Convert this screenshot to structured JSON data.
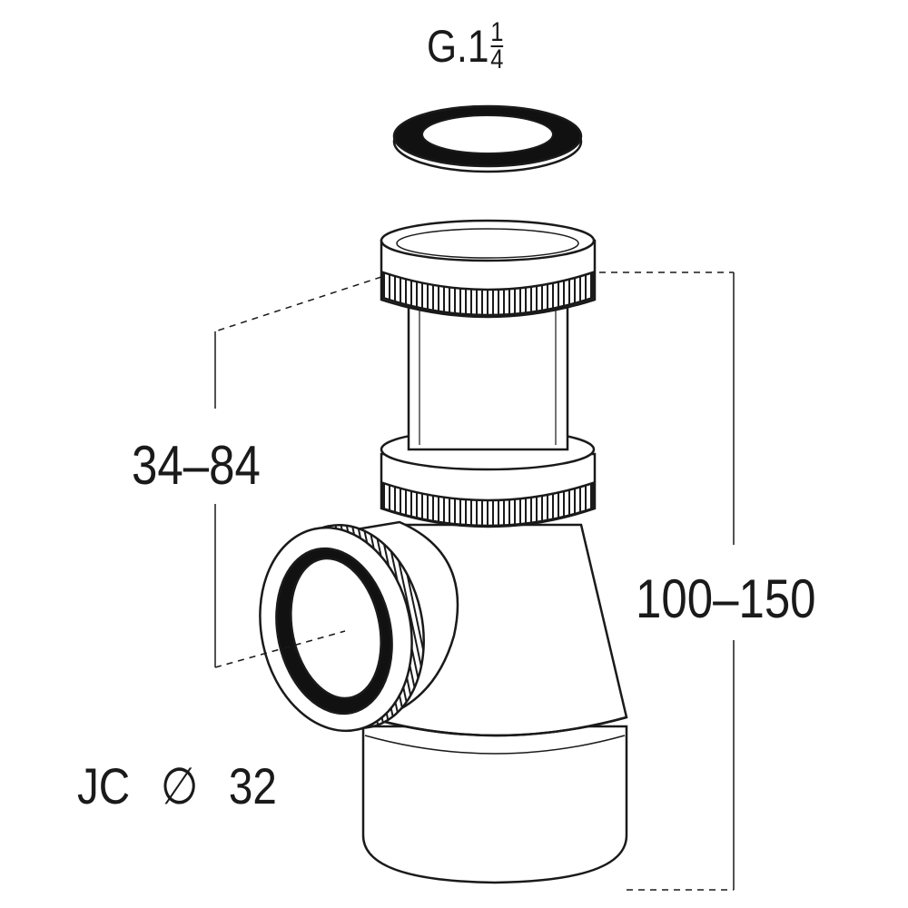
{
  "labels": {
    "thread_prefix": "G.1",
    "thread_num": "1",
    "thread_den": "4",
    "adjust_height": "34–84",
    "total_height": "100–150",
    "outlet_prefix": "JC",
    "outlet_diameter_symbol": "∅",
    "outlet_size": "32"
  },
  "colors": {
    "line": "#1a1a1a",
    "fill": "#ffffff"
  }
}
